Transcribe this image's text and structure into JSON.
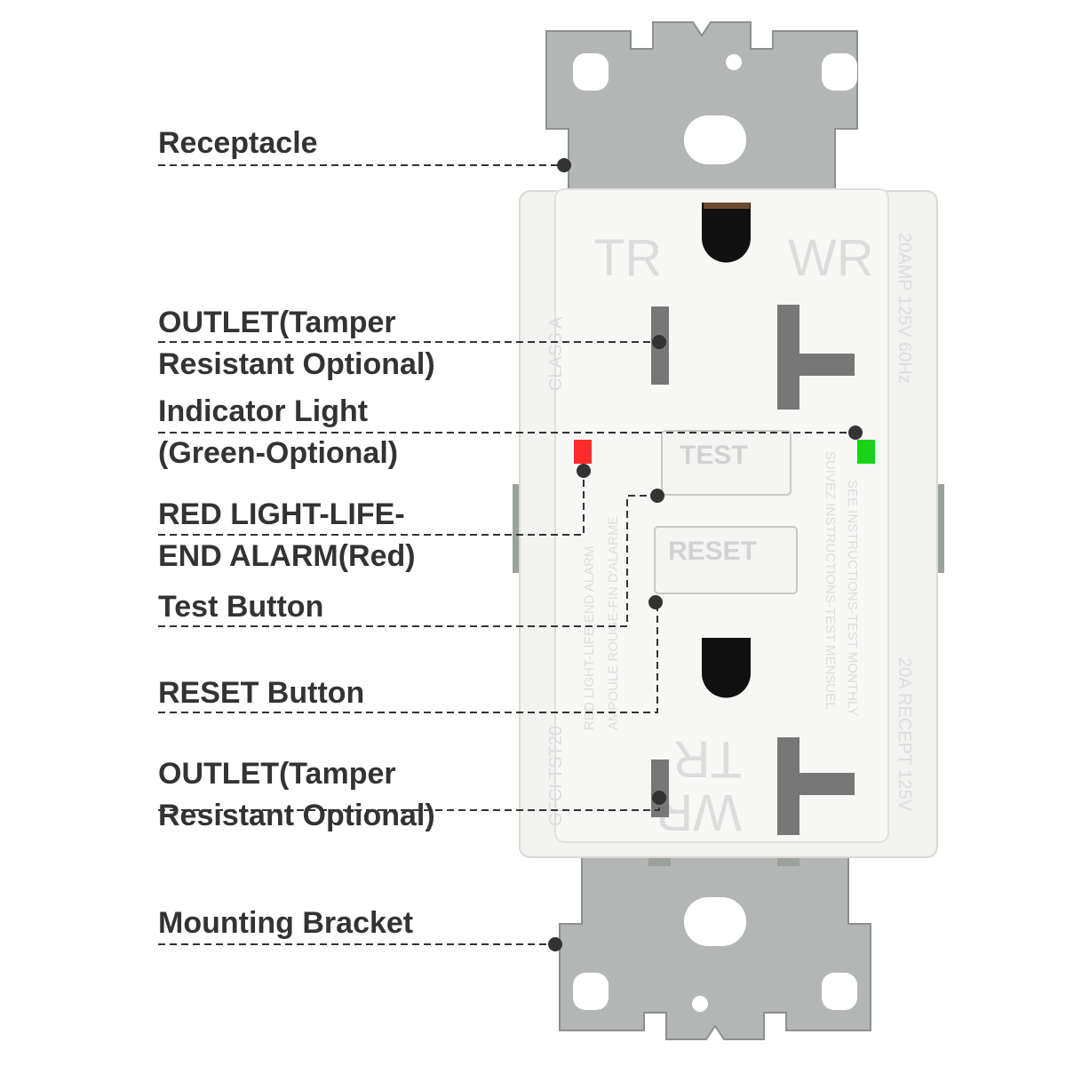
{
  "labels": {
    "receptacle": "Receptacle",
    "outlet_top_1": "OUTLET(Tamper",
    "outlet_top_2": "Resistant Optional)",
    "indicator_1": "Indicator Light",
    "indicator_2": "(Green-Optional)",
    "red_light_1": "RED LIGHT-LIFE-",
    "red_light_2": "END ALARM(Red)",
    "test_button": "Test Button",
    "reset_button": "RESET Button",
    "outlet_bottom_1": "OUTLET(Tamper",
    "outlet_bottom_2": "Resistant Optional)",
    "mounting_bracket": "Mounting Bracket"
  },
  "device": {
    "tr": "TR",
    "wr": "WR",
    "test": "TEST",
    "reset": "RESET",
    "class_a": "CLASS A",
    "gfci": "GFCI   TST20",
    "rating_top": "20AMP 125V 60Hz",
    "rating_bottom": "20A RECEPT 125V",
    "red_text_1": "RED LIGHT-LIFE-END ALARM",
    "red_text_2": "AMPOULE ROUGE-FIN D'ALARME",
    "instr_1": "SEE INSTRUCTIONS-TEST MONTHLY",
    "instr_2": "SUIVEZ INSTRUCTIONS-TEST MENSUEL"
  },
  "colors": {
    "red_led": "#ff2a2a",
    "green_led": "#19d219",
    "label": "#333333"
  }
}
